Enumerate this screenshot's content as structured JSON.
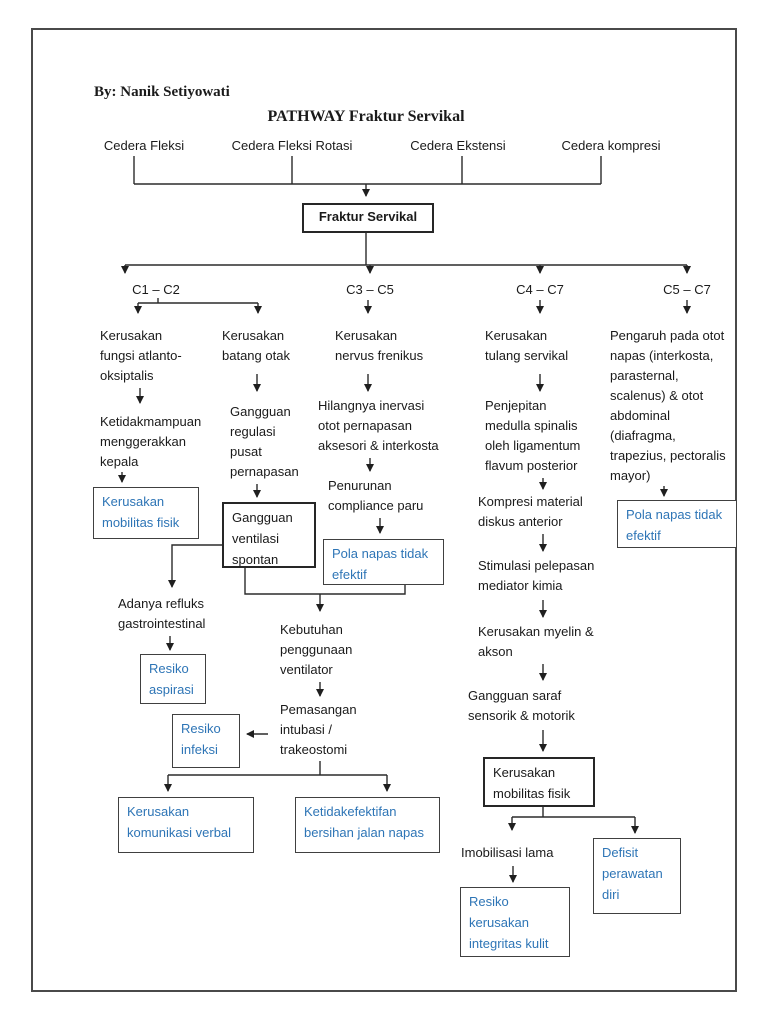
{
  "header": {
    "byline": "By: Nanik Setiyowati",
    "title": "PATHWAY Fraktur Servikal"
  },
  "causes": [
    "Cedera Fleksi",
    "Cedera Fleksi Rotasi",
    "Cedera Ekstensi",
    "Cedera kompresi"
  ],
  "root_label": "Fraktur Servikal",
  "branches": [
    "C1 – C2",
    "C3 – C5",
    "C4 – C7",
    "C5 – C7"
  ],
  "nodes": {
    "fungsi": "Kerusakan\nfungsi atlanto-\noksiptalis",
    "ketidakmampuan": "Ketidakmampuan\nmenggerakkan\nkepala",
    "batang": "Kerusakan\nbatang otak",
    "regulasi": "Gangguan\nregulasi\npusat\npernapasan",
    "nervus": "Kerusakan\nnervus frenikus",
    "hilangnya": "Hilangnya inervasi\notot pernapasan\naksesori & interkosta",
    "penurunan": "Penurunan\ncompliance paru",
    "tulang": "Kerusakan\ntulang servikal",
    "penjepitan": "Penjepitan\nmedulla spinalis\noleh ligamentum\nflavum posterior",
    "kompresi": "Kompresi material\ndiskus anterior",
    "stimulasi": "Stimulasi pelepasan\nmediator kimia",
    "myelin": "Kerusakan myelin &\nakson",
    "saraf": "Gangguan saraf\nsensorik & motorik",
    "pengaruh": "Pengaruh pada otot\nnapas (interkosta,\nparasternal,\nscalenus) & otot\nabdominal\n(diafragma,\ntrapezius, pectoralis\nmayor)",
    "adanya": "Adanya refluks\ngastrointestinal",
    "kebutuhan": "Kebutuhan\npenggunaan\nventilator",
    "pemasangan": "Pemasangan\nintubasi /\ntrakeostomi",
    "imobilisasi": "Imobilisasi lama"
  },
  "boxes": {
    "gangguan_ventilasi": "Gangguan\nventilasi\nspontan",
    "kerusakan_mobilitas_c1": "Kerusakan\nmobilitas fisik",
    "kerusakan_mobilitas_c4": "Kerusakan\nmobilitas fisik",
    "pola_napas_c3": "Pola napas tidak\nefektif",
    "pola_napas_c5": "Pola napas tidak\nefektif",
    "resiko_aspirasi": "Resiko\naspirasi",
    "resiko_infeksi": "Resiko\ninfeksi",
    "kerusakan_komunikasi": "Kerusakan\nkomunikasi verbal",
    "ketidakefektifan_bersihan": "Ketidakefektifan\nbersihan jalan napas",
    "defisit_perawatan": "Defisit\nperawatan\ndiri",
    "resiko_integritas": "Resiko\nkerusakan\nintegritas kulit"
  },
  "colors": {
    "diagnosis_text": "#2E75B6",
    "line": "#2b2b2b",
    "frame_border": "#4a4a4a"
  }
}
